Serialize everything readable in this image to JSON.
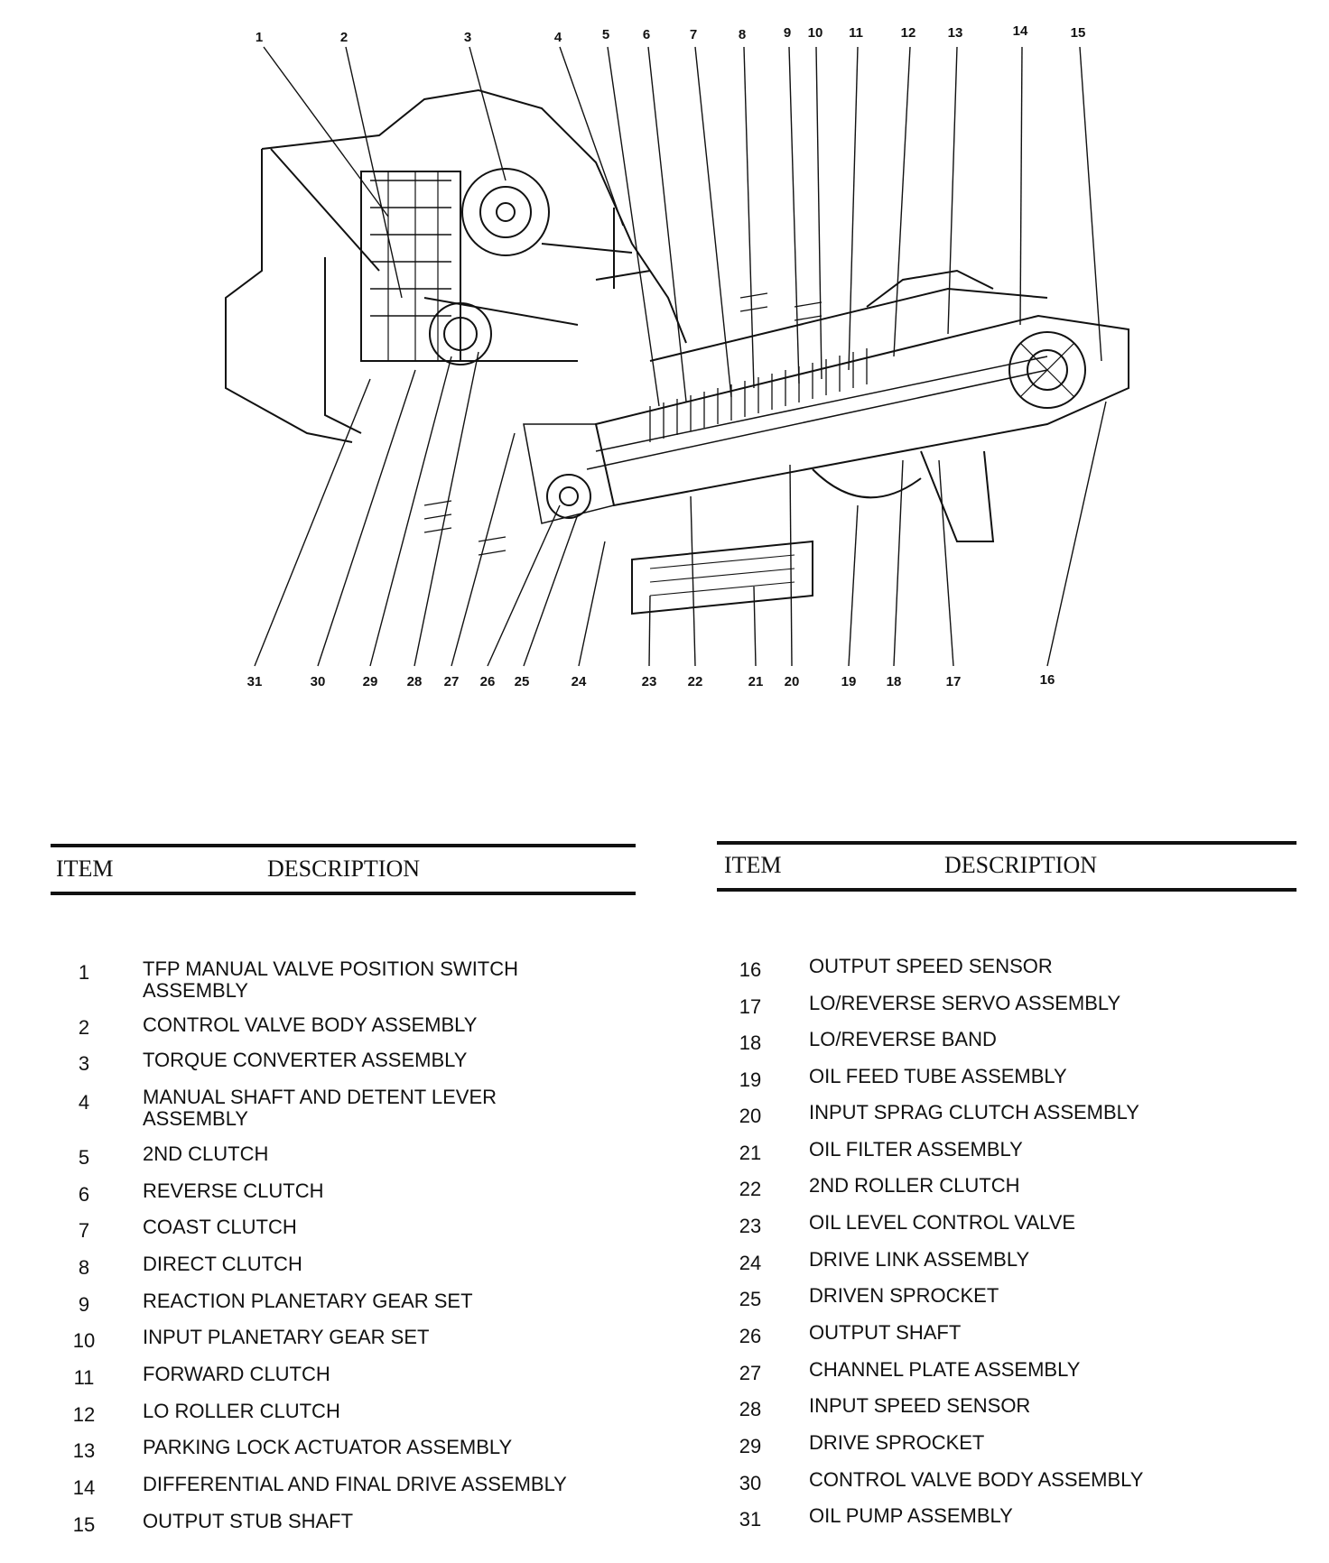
{
  "callouts_top": [
    "1",
    "2",
    "3",
    "4",
    "5",
    "6",
    "7",
    "8",
    "9",
    "10",
    "11",
    "12",
    "13",
    "14",
    "15"
  ],
  "callouts_bottom": [
    "31",
    "30",
    "29",
    "28",
    "27",
    "26",
    "25",
    "24",
    "23",
    "22",
    "21",
    "20",
    "19",
    "18",
    "17",
    "16"
  ],
  "table_left": {
    "col_item": "ITEM",
    "col_desc": "DESCRIPTION",
    "rows": [
      {
        "item": "1",
        "desc": "TFP MANUAL VALVE POSITION SWITCH\nASSEMBLY"
      },
      {
        "item": "2",
        "desc": "CONTROL VALVE BODY ASSEMBLY"
      },
      {
        "item": "3",
        "desc": "TORQUE CONVERTER ASSEMBLY"
      },
      {
        "item": "4",
        "desc": "MANUAL SHAFT AND DETENT LEVER\nASSEMBLY"
      },
      {
        "item": "5",
        "desc": "2ND CLUTCH"
      },
      {
        "item": "6",
        "desc": "REVERSE CLUTCH"
      },
      {
        "item": "7",
        "desc": "COAST CLUTCH"
      },
      {
        "item": "8",
        "desc": "DIRECT CLUTCH"
      },
      {
        "item": "9",
        "desc": "REACTION PLANETARY GEAR SET"
      },
      {
        "item": "10",
        "desc": "INPUT PLANETARY GEAR SET"
      },
      {
        "item": "11",
        "desc": "FORWARD CLUTCH"
      },
      {
        "item": "12",
        "desc": "LO ROLLER CLUTCH"
      },
      {
        "item": "13",
        "desc": "PARKING LOCK ACTUATOR ASSEMBLY"
      },
      {
        "item": "14",
        "desc": "DIFFERENTIAL AND FINAL DRIVE ASSEMBLY"
      },
      {
        "item": "15",
        "desc": "OUTPUT STUB SHAFT"
      }
    ]
  },
  "table_right": {
    "col_item": "ITEM",
    "col_desc": "DESCRIPTION",
    "rows": [
      {
        "item": "16",
        "desc": "OUTPUT SPEED SENSOR"
      },
      {
        "item": "17",
        "desc": "LO/REVERSE SERVO ASSEMBLY"
      },
      {
        "item": "18",
        "desc": "LO/REVERSE BAND"
      },
      {
        "item": "19",
        "desc": "OIL FEED TUBE ASSEMBLY"
      },
      {
        "item": "20",
        "desc": "INPUT SPRAG CLUTCH ASSEMBLY"
      },
      {
        "item": "21",
        "desc": "OIL FILTER ASSEMBLY"
      },
      {
        "item": "22",
        "desc": "2ND ROLLER CLUTCH"
      },
      {
        "item": "23",
        "desc": "OIL LEVEL CONTROL VALVE"
      },
      {
        "item": "24",
        "desc": "DRIVE LINK ASSEMBLY"
      },
      {
        "item": "25",
        "desc": "DRIVEN SPROCKET"
      },
      {
        "item": "26",
        "desc": "OUTPUT SHAFT"
      },
      {
        "item": "27",
        "desc": "CHANNEL PLATE ASSEMBLY"
      },
      {
        "item": "28",
        "desc": "INPUT SPEED SENSOR"
      },
      {
        "item": "29",
        "desc": "DRIVE SPROCKET"
      },
      {
        "item": "30",
        "desc": "CONTROL VALVE BODY ASSEMBLY"
      },
      {
        "item": "31",
        "desc": "OIL PUMP ASSEMBLY"
      }
    ]
  }
}
